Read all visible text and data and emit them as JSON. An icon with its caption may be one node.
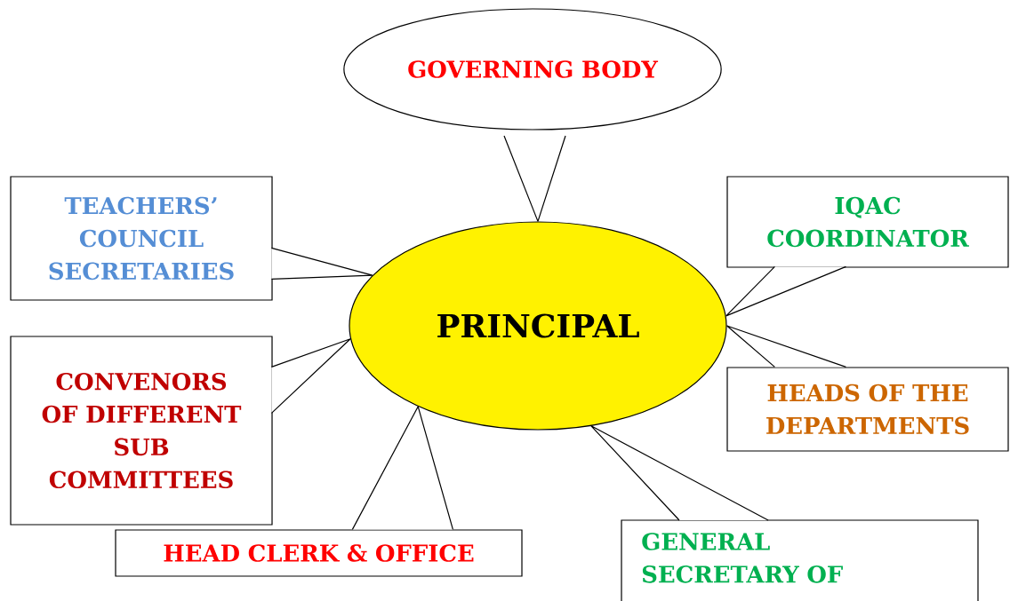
{
  "diagram": {
    "nodes": [
      {
        "text": [
          "PRINCIPAL"
        ]
      },
      {
        "text": [
          "GOVERNING BODY"
        ]
      },
      {
        "text": [
          "TEACHERS’ COUNCIL SECRETARIES"
        ]
      },
      {
        "text": [
          "IQAC COORDINATOR"
        ]
      },
      {
        "text": [
          "CONVENORS OF DIFFERENT SUB COMMITTEES"
        ]
      },
      {
        "text": [
          "HEADS OF THE DEPARTMENTS"
        ]
      },
      {
        "text": [
          "HEAD CLERK & OFFICE"
        ]
      },
      {
        "text": [
          "GENERAL SECRETARY OF"
        ]
      }
    ],
    "edges": [
      {
        "from": 1,
        "to": 0,
        "arrow": "none"
      },
      {
        "from": 2,
        "to": 0,
        "arrow": "none"
      },
      {
        "from": 3,
        "to": 0,
        "arrow": "none"
      },
      {
        "from": 4,
        "to": 0,
        "arrow": "none"
      },
      {
        "from": 5,
        "to": 0,
        "arrow": "none"
      },
      {
        "from": 6,
        "to": 0,
        "arrow": "none"
      },
      {
        "from": 7,
        "to": 0,
        "arrow": "none"
      }
    ]
  }
}
